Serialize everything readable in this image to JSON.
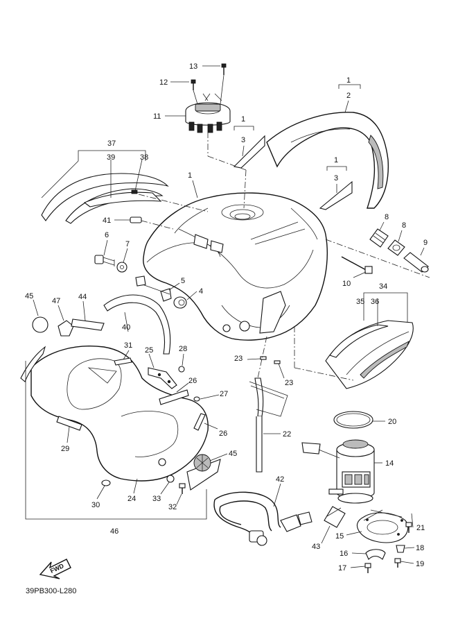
{
  "diagram": {
    "code": "39PB300-L280",
    "fwd_label": "FWD",
    "callouts": [
      {
        "id": "c13",
        "text": "13"
      },
      {
        "id": "c12",
        "text": "12"
      },
      {
        "id": "c11",
        "text": "11"
      },
      {
        "id": "c1a",
        "text": "1"
      },
      {
        "id": "c2",
        "text": "2"
      },
      {
        "id": "c1b",
        "text": "1"
      },
      {
        "id": "c3a",
        "text": "3"
      },
      {
        "id": "c1c",
        "text": "1"
      },
      {
        "id": "c3b",
        "text": "3"
      },
      {
        "id": "c37",
        "text": "37"
      },
      {
        "id": "c39",
        "text": "39"
      },
      {
        "id": "c38",
        "text": "38"
      },
      {
        "id": "c1d",
        "text": "1"
      },
      {
        "id": "c41",
        "text": "41"
      },
      {
        "id": "c6",
        "text": "6"
      },
      {
        "id": "c7",
        "text": "7"
      },
      {
        "id": "c5",
        "text": "5"
      },
      {
        "id": "c4",
        "text": "4"
      },
      {
        "id": "c8a",
        "text": "8"
      },
      {
        "id": "c8b",
        "text": "8"
      },
      {
        "id": "c9",
        "text": "9"
      },
      {
        "id": "c10",
        "text": "10"
      },
      {
        "id": "c34",
        "text": "34"
      },
      {
        "id": "c35",
        "text": "35"
      },
      {
        "id": "c36",
        "text": "36"
      },
      {
        "id": "c45a",
        "text": "45"
      },
      {
        "id": "c47",
        "text": "47"
      },
      {
        "id": "c44",
        "text": "44"
      },
      {
        "id": "c40",
        "text": "40"
      },
      {
        "id": "c31",
        "text": "31"
      },
      {
        "id": "c25",
        "text": "25"
      },
      {
        "id": "c28",
        "text": "28"
      },
      {
        "id": "c26a",
        "text": "26"
      },
      {
        "id": "c27",
        "text": "27"
      },
      {
        "id": "c26b",
        "text": "26"
      },
      {
        "id": "c23a",
        "text": "23"
      },
      {
        "id": "c23b",
        "text": "23"
      },
      {
        "id": "c22",
        "text": "22"
      },
      {
        "id": "c20",
        "text": "20"
      },
      {
        "id": "c14",
        "text": "14"
      },
      {
        "id": "c29",
        "text": "29"
      },
      {
        "id": "c45b",
        "text": "45"
      },
      {
        "id": "c30",
        "text": "30"
      },
      {
        "id": "c24",
        "text": "24"
      },
      {
        "id": "c33",
        "text": "33"
      },
      {
        "id": "c32",
        "text": "32"
      },
      {
        "id": "c46",
        "text": "46"
      },
      {
        "id": "c42",
        "text": "42"
      },
      {
        "id": "c43",
        "text": "43"
      },
      {
        "id": "c15",
        "text": "15"
      },
      {
        "id": "c21",
        "text": "21"
      },
      {
        "id": "c16",
        "text": "16"
      },
      {
        "id": "c18",
        "text": "18"
      },
      {
        "id": "c17",
        "text": "17"
      },
      {
        "id": "c19",
        "text": "19"
      }
    ]
  }
}
